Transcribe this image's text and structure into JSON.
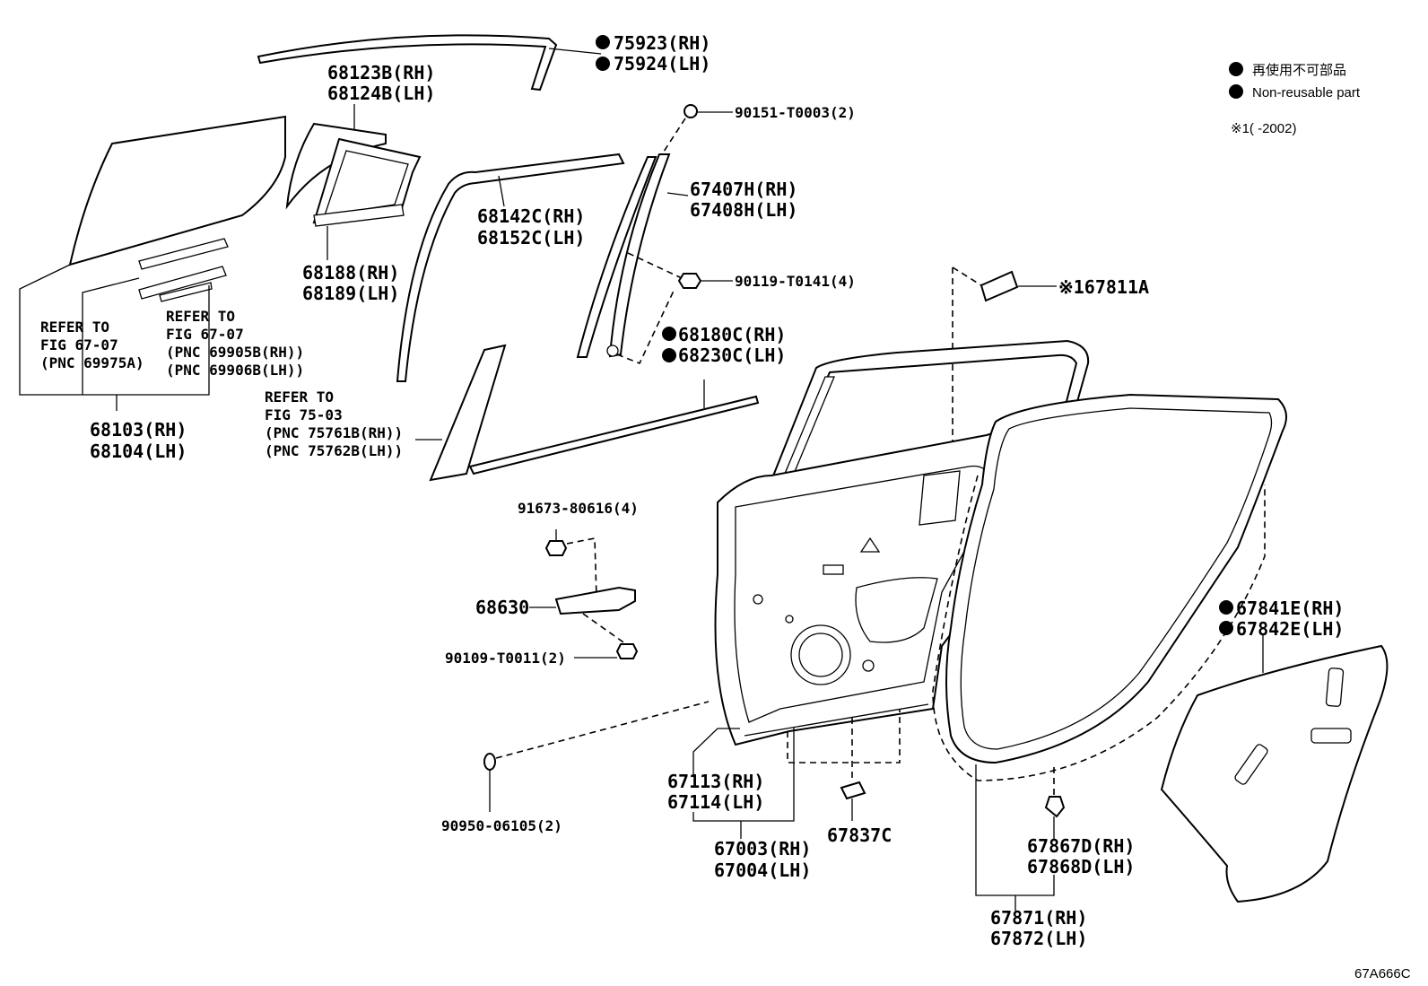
{
  "legend": {
    "line1": "再使用不可部品",
    "line2": "Non-reusable part",
    "note": "※1(      -2002)"
  },
  "figure_code": "67A666C",
  "labels": {
    "p75923": "75923(RH)",
    "p75924": "75924(LH)",
    "p68123b": "68123B(RH)",
    "p68124b": "68124B(LH)",
    "p90151": "90151-T0003(2)",
    "p67407h": "67407H(RH)",
    "p67408h": "67408H(LH)",
    "p68142c": "68142C(RH)",
    "p68152c": "68152C(LH)",
    "p90119": "90119-T0141(4)",
    "p68188": "68188(RH)",
    "p68189": "68189(LH)",
    "p67811a": "※167811A",
    "ref1_a": "REFER TO",
    "ref1_b": "FIG 67-07",
    "ref1_c": "(PNC 69975A)",
    "ref2_a": "REFER TO",
    "ref2_b": "FIG 67-07",
    "ref2_c": "(PNC 69905B(RH))",
    "ref2_d": "(PNC 69906B(LH))",
    "p68180c": "68180C(RH)",
    "p68230c": "68230C(LH)",
    "p68103": "68103(RH)",
    "p68104": "68104(LH)",
    "ref3_a": "REFER TO",
    "ref3_b": "FIG 75-03",
    "ref3_c": "(PNC 75761B(RH))",
    "ref3_d": "(PNC 75762B(LH))",
    "p91673": "91673-80616(4)",
    "p68630": "68630",
    "p90109": "90109-T0011(2)",
    "p67841e": "67841E(RH)",
    "p67842e": "67842E(LH)",
    "p67113": "67113(RH)",
    "p67114": "67114(LH)",
    "p67003": "67003(RH)",
    "p67004": "67004(LH)",
    "p67837c": "67837C",
    "p90950": "90950-06105(2)",
    "p67867d": "67867D(RH)",
    "p67868d": "67868D(LH)",
    "p67871": "67871(RH)",
    "p67872": "67872(LH)"
  }
}
